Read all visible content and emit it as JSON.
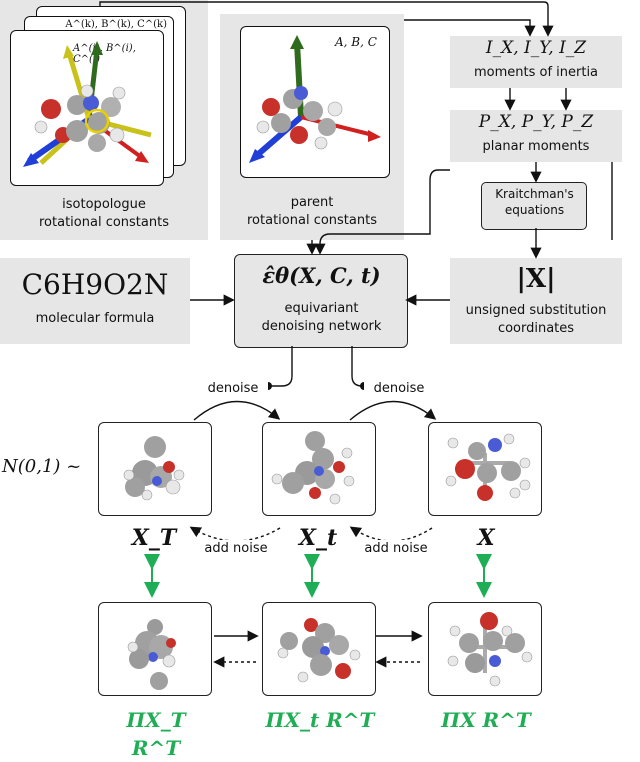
{
  "top_left": {
    "panel_label_line1": "isotopologue",
    "panel_label_line2": "rotational constants",
    "card_labels": [
      "A^(k), B^(k), C^(k)",
      "A^(i), B^(i), C^(i)"
    ]
  },
  "top_mid": {
    "panel_label_line1": "parent",
    "panel_label_line2": "rotational constants",
    "card_label": "A, B, C"
  },
  "right_col": {
    "inertia_math": "I_X, I_Y, I_Z",
    "inertia_text": "moments of inertia",
    "planar_math": "P_X, P_Y, P_Z",
    "planar_text": "planar moments",
    "kraitchman_line1": "Kraitchman's",
    "kraitchman_line2": "equations",
    "abs_x": "|X|",
    "unsigned_line1": "unsigned substitution",
    "unsigned_line2": "coordinates"
  },
  "formula": {
    "formula_text": "C6H9O2N",
    "caption": "molecular formula"
  },
  "network": {
    "math": "ε̂θ(X, C, t)",
    "line1": "equivariant",
    "line2": "denoising network"
  },
  "process": {
    "prior": "N(0,1) ~",
    "denoise_left": "denoise",
    "denoise_right": "denoise",
    "add_noise_left": "add noise",
    "add_noise_right": "add noise",
    "x_T": "X_T",
    "x_t": "X_t",
    "x": "X",
    "pi_T": "ΠX_T R^T",
    "pi_t": "ΠX_t R^T",
    "pi_0": "ΠX R^T"
  },
  "colors": {
    "panel_grey": "#e6e6e6",
    "green_accent": "#1fae55",
    "atom_grey": "#9a9a9a",
    "oxygen_red": "#d0302a",
    "nitrogen_blue": "#4a5bd6",
    "axis_green": "#2f6b1c",
    "axis_yellow": "#c9c21a",
    "axis_red": "#d02020",
    "axis_blue": "#1f3fd6"
  }
}
